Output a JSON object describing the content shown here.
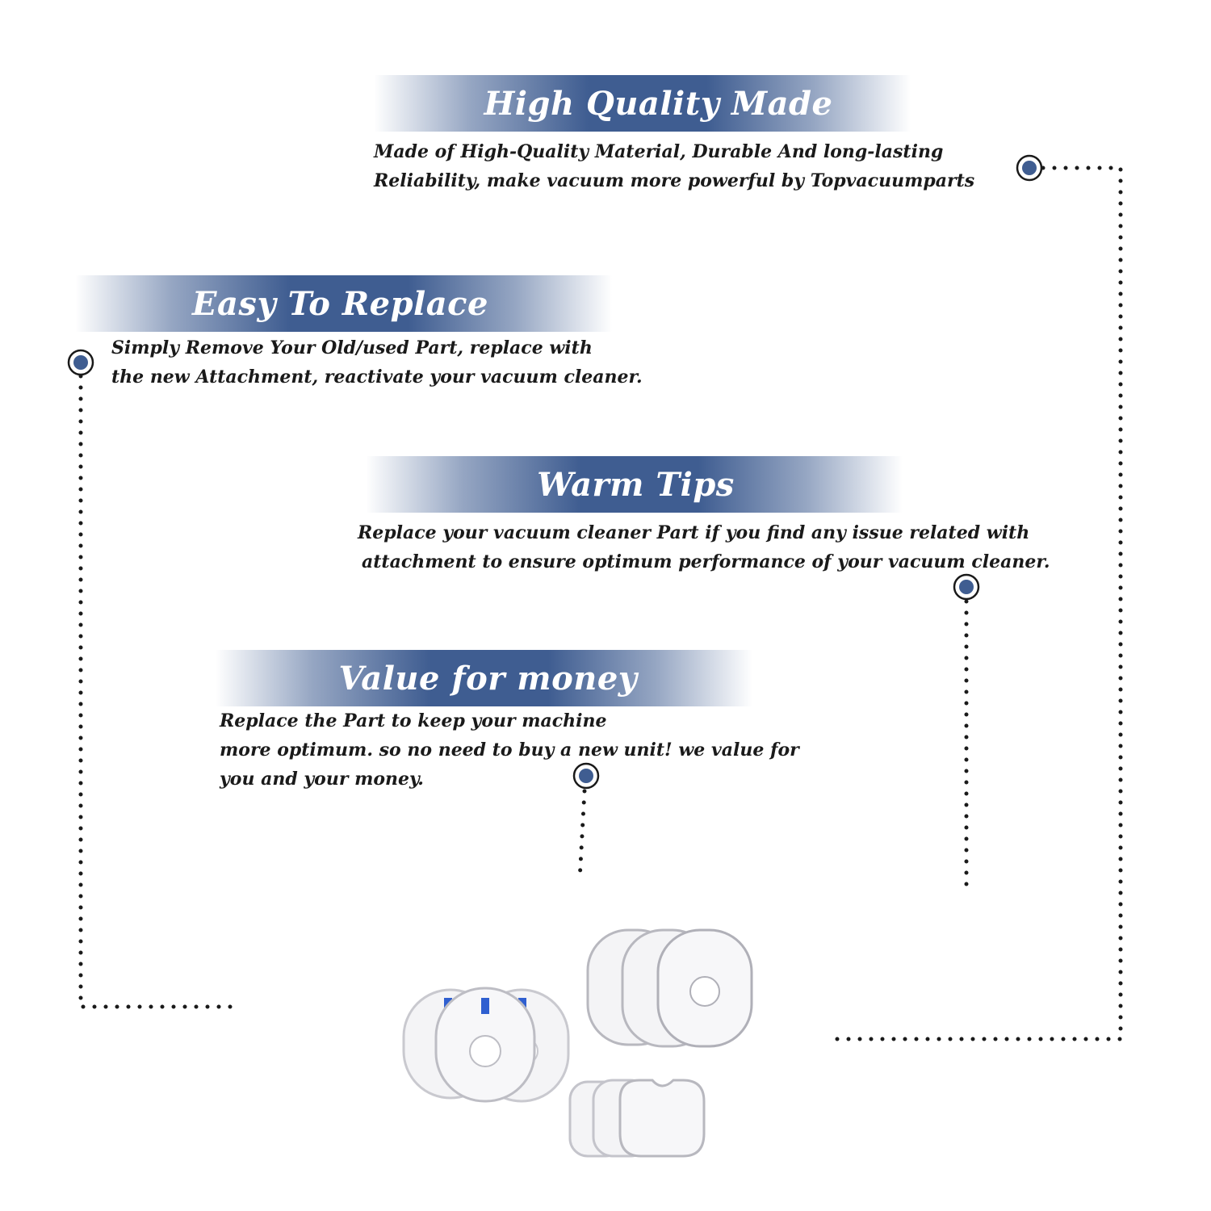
{
  "sections": [
    {
      "title": "High Quality Made",
      "lines": [
        "Made of  High-Quality Material, Durable And long-lasting",
        "Reliability, make vacuum more powerful by Topvacuumparts"
      ]
    },
    {
      "title": "Easy To Replace",
      "lines": [
        "Simply Remove Your Old/used Part, replace with",
        "the new Attachment, reactivate your vacuum cleaner."
      ]
    },
    {
      "title": "Warm Tips",
      "lines": [
        "Replace your vacuum cleaner Part if you find any issue related with",
        "attachment to ensure optimum performance of your vacuum cleaner."
      ]
    },
    {
      "title": "Value for money",
      "lines": [
        "Replace the Part to keep your machine",
        "more optimum. so no need to buy a new unit! we value for",
        "you and your money."
      ]
    }
  ],
  "colors": {
    "banner": "#3f5d91",
    "marker": "#3f5d91",
    "dots": "#1a1a1a",
    "pad": "#f4f4f6",
    "pad_edge": "#c9c9cf",
    "tab": "#2f5fd0"
  },
  "product_icon": "vacuum-filter-pads-icon"
}
